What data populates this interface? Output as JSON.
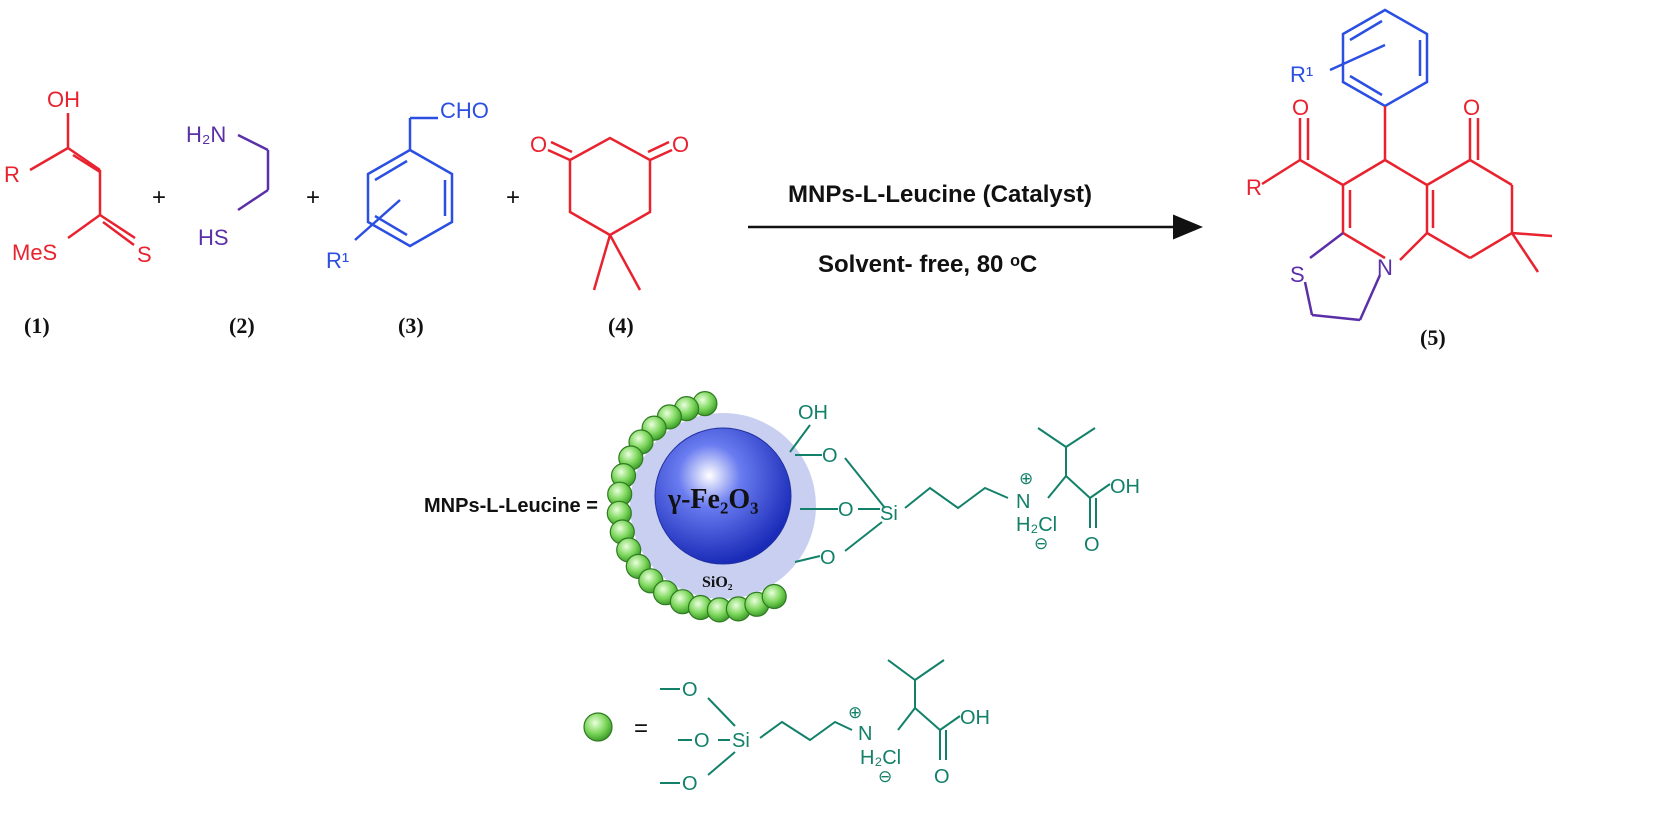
{
  "colors": {
    "red": "#e8232f",
    "purple": "#5b2fa8",
    "blue": "#2b4fe2",
    "green": "#13806a",
    "black": "#111111",
    "bead": "#7bd65a",
    "shell": "#c9cff0",
    "core": "#2a3fd4"
  },
  "reagent1": {
    "oh": "OH",
    "r": "R",
    "mes": "MeS",
    "s": "S",
    "num": "(1)"
  },
  "reagent2": {
    "h2n": "H₂N",
    "hs": "HS",
    "num": "(2)"
  },
  "reagent3": {
    "cho": "CHO",
    "r1": "R¹",
    "num": "(3)"
  },
  "reagent4": {
    "o1": "O",
    "o2": "O",
    "num": "(4)"
  },
  "plus": "+",
  "conditions": {
    "catalyst": "MNPs-L-Leucine (Catalyst)",
    "solvent": "Solvent- free, 80 ᵒC"
  },
  "product": {
    "r1": "R¹",
    "r": "R",
    "o1": "O",
    "o2": "O",
    "s": "S",
    "n": "N",
    "num": "(5)"
  },
  "catalyst_def": {
    "label": "MNPs-L-Leucine =",
    "core": "γ-Fe₂O₃",
    "shell": "SiO₂",
    "oh": "OH",
    "o": "O",
    "si": "Si",
    "n": "N",
    "plus": "⊕",
    "h2cl": "H₂Cl",
    "minus": "⊖",
    "cooh_oh": "OH",
    "cooh_o": "O"
  },
  "bead_def": {
    "equals": "=",
    "o": "O",
    "si": "Si",
    "n": "N",
    "plus": "⊕",
    "h2cl": "H₂Cl",
    "minus": "⊖",
    "cooh_oh": "OH",
    "cooh_o": "O"
  }
}
